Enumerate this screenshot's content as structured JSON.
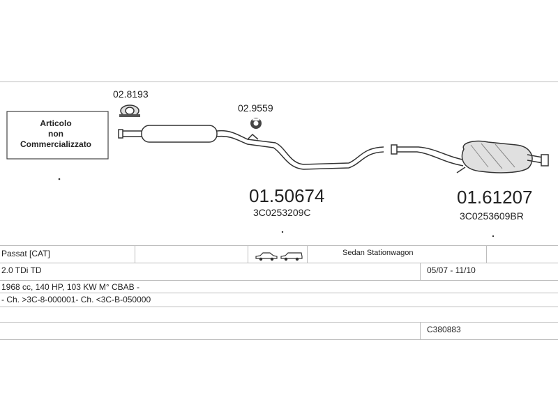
{
  "box": {
    "line1": "Articolo",
    "line2": "non",
    "line3": "Commercializzato"
  },
  "parts": {
    "clamp_top": "02.8193",
    "hanger": "02.9559",
    "middle_code": "01.50674",
    "middle_oem": "3C0253209C",
    "rear_code": "01.61207",
    "rear_oem": "3C0253609BR"
  },
  "table": {
    "model": "Passat  [CAT]",
    "body": "Sedan Stationwagon",
    "engine": "2.0 TDi TD",
    "period": "05/07 - 11/10",
    "spec": "1968 cc, 140 HP, 103 KW M° CBAB -",
    "chassis": "- Ch. >3C-8-000001- Ch. <3C-B-050000",
    "catalog_no": "C380883"
  },
  "icons": {
    "car_sedan": "sedan-car-icon",
    "car_wagon": "stationwagon-car-icon",
    "clamp": "clamp-ring-icon",
    "hanger": "rubber-hanger-icon"
  }
}
